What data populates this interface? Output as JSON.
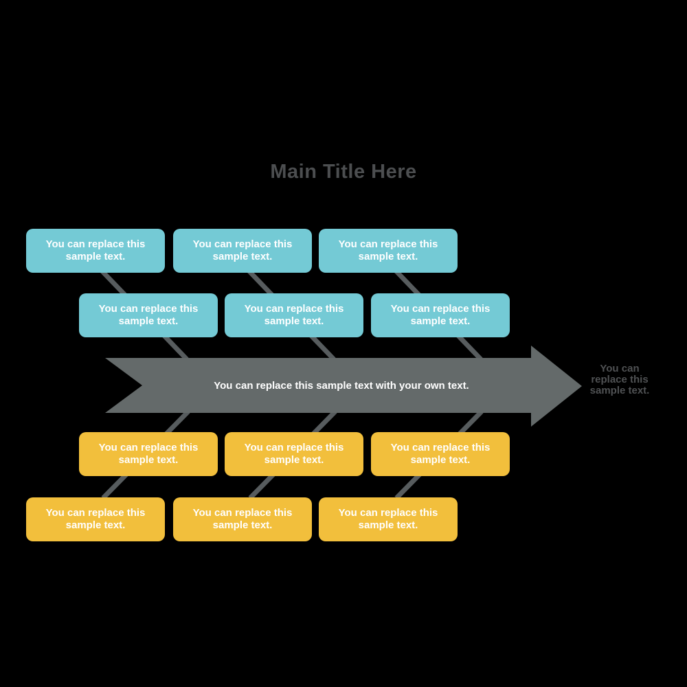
{
  "title": "Main Title Here",
  "spine": {
    "label": "You can replace this sample text with your own text.",
    "tail_label": "You can replace this sample text."
  },
  "causes": {
    "top_outer": [
      "You can replace this sample text.",
      "You can replace this sample text.",
      "You can replace this sample text."
    ],
    "top_inner": [
      "You can replace this sample text.",
      "You can replace this sample text.",
      "You can replace this sample text."
    ],
    "bottom_inner": [
      "You can replace this sample text.",
      "You can replace this sample text.",
      "You can replace this sample text."
    ],
    "bottom_outer": [
      "You can replace this sample text.",
      "You can replace this sample text.",
      "You can replace this sample text."
    ]
  },
  "colors": {
    "background": "#000000",
    "teal": "#74CAD5",
    "yellow": "#F2BF3C",
    "spine": "#646A6A",
    "bone": "#575C5E",
    "title_text": "#4C4E50",
    "tail_text": "#4F5153",
    "box_text": "#FFFFFF"
  }
}
